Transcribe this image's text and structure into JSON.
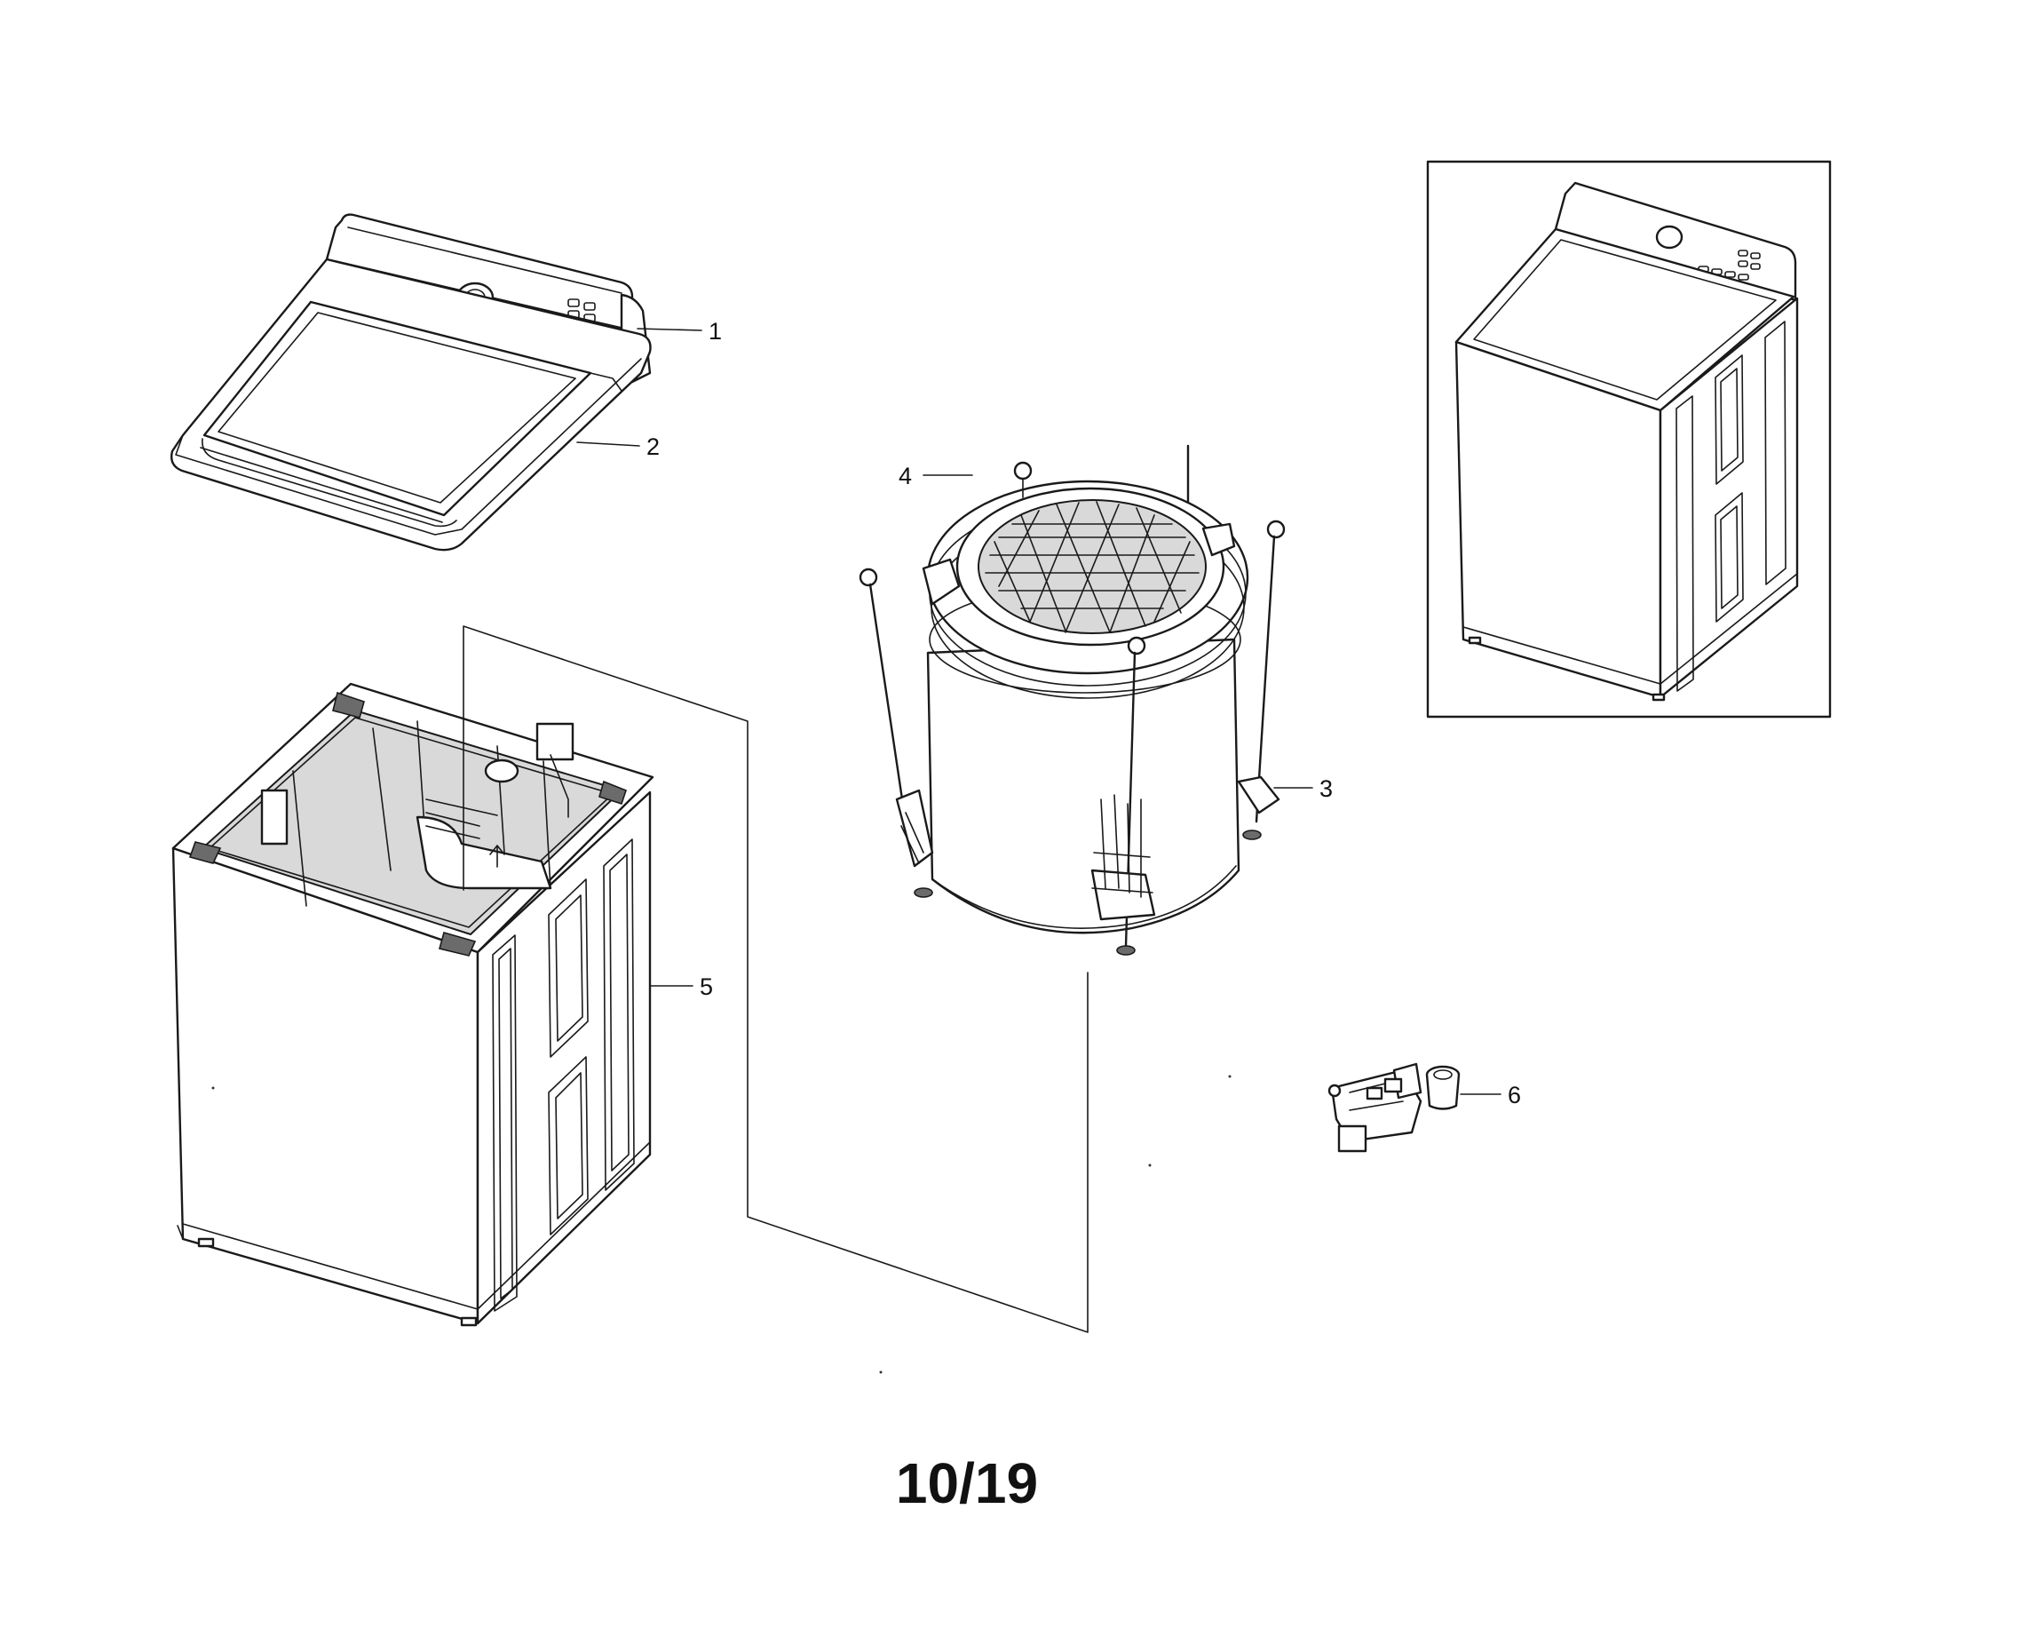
{
  "callouts": [
    {
      "id": "1",
      "label": "1"
    },
    {
      "id": "2",
      "label": "2"
    },
    {
      "id": "3",
      "label": "3"
    },
    {
      "id": "4",
      "label": "4"
    },
    {
      "id": "5",
      "label": "5"
    },
    {
      "id": "6",
      "label": "6"
    }
  ],
  "page_number": "10/19"
}
